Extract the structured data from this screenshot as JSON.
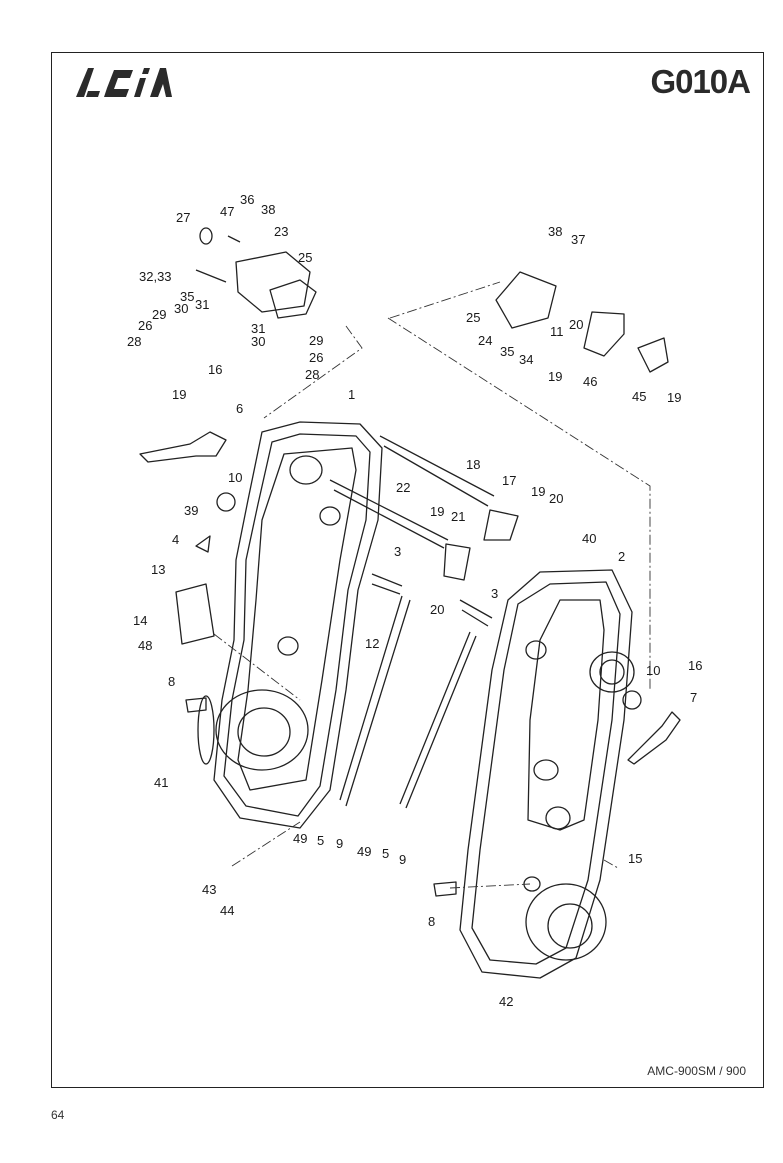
{
  "header": {
    "code": "G010A",
    "logo_icon": "asia-logo-icon"
  },
  "footer": {
    "model": "AMC-900SM / 900",
    "page_number": "64"
  },
  "callouts": [
    "1",
    "2",
    "3",
    "3",
    "4",
    "5",
    "5",
    "6",
    "7",
    "8",
    "8",
    "9",
    "9",
    "10",
    "10",
    "11",
    "12",
    "13",
    "14",
    "15",
    "16",
    "16",
    "17",
    "18",
    "19",
    "19",
    "19",
    "19",
    "19",
    "20",
    "20",
    "20",
    "21",
    "22",
    "23",
    "24",
    "25",
    "25",
    "26",
    "26",
    "27",
    "28",
    "28",
    "29",
    "29",
    "30",
    "30",
    "31",
    "31",
    "32,33",
    "34",
    "35",
    "35",
    "36",
    "37",
    "38",
    "38",
    "39",
    "40",
    "41",
    "42",
    "43",
    "44",
    "45",
    "46",
    "47",
    "48",
    "49",
    "49"
  ]
}
